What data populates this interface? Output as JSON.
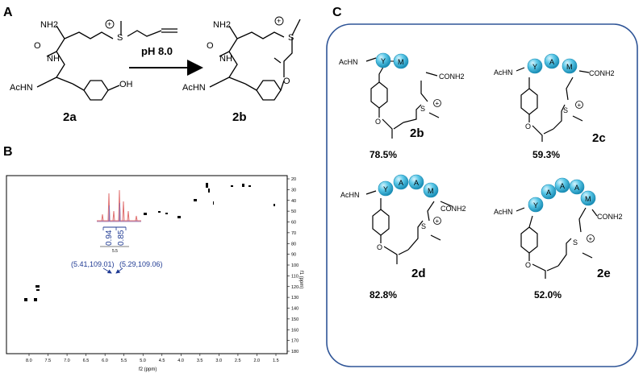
{
  "panels": {
    "A": {
      "label": "A",
      "reagent": "pH 8.0",
      "compound_a": "2a",
      "compound_b": "2b",
      "groups": {
        "nh2": "NH2",
        "nh": "NH",
        "acnh": "AcHN",
        "oh": "OH",
        "o": "O",
        "s": "S",
        "charge": "+"
      }
    },
    "B": {
      "label": "B",
      "inset_int_1": "0.94",
      "inset_int_2": "0.85",
      "inset_x": "5.5",
      "peak_1": "(5.41,109.01)",
      "peak_2": "(5.29,109.06)",
      "x_axis_title": "f2 (ppm)",
      "y_axis_title": "f1 (ppm)",
      "x_ticks": [
        "8.0",
        "7.5",
        "7.0",
        "6.5",
        "6.0",
        "5.5",
        "5.0",
        "4.5",
        "4.0",
        "3.5",
        "3.0",
        "2.5",
        "2.0",
        "1.5"
      ],
      "y_ticks": [
        "20",
        "30",
        "40",
        "50",
        "60",
        "70",
        "80",
        "90",
        "100",
        "110",
        "120",
        "130",
        "140",
        "150",
        "160",
        "170",
        "180"
      ]
    },
    "C": {
      "label": "C",
      "residues": {
        "Y": "Y",
        "A": "A",
        "M": "M"
      },
      "groups": {
        "acnh": "AcHN",
        "conh2": "CONH2",
        "o": "O",
        "s": "S",
        "charge": "+"
      },
      "items": [
        {
          "compound": "2b",
          "yield": "78.5%"
        },
        {
          "compound": "2c",
          "yield": "59.3%"
        },
        {
          "compound": "2d",
          "yield": "82.8%"
        },
        {
          "compound": "2e",
          "yield": "52.0%"
        }
      ]
    }
  },
  "colors": {
    "bead": "#5bc8e8",
    "bead_stroke": "#1a8db5",
    "frame": "#2f5597",
    "annotation": "#1f3a93",
    "spectrum_red": "#e07070",
    "spectrum_purple": "#8a6bb0"
  }
}
